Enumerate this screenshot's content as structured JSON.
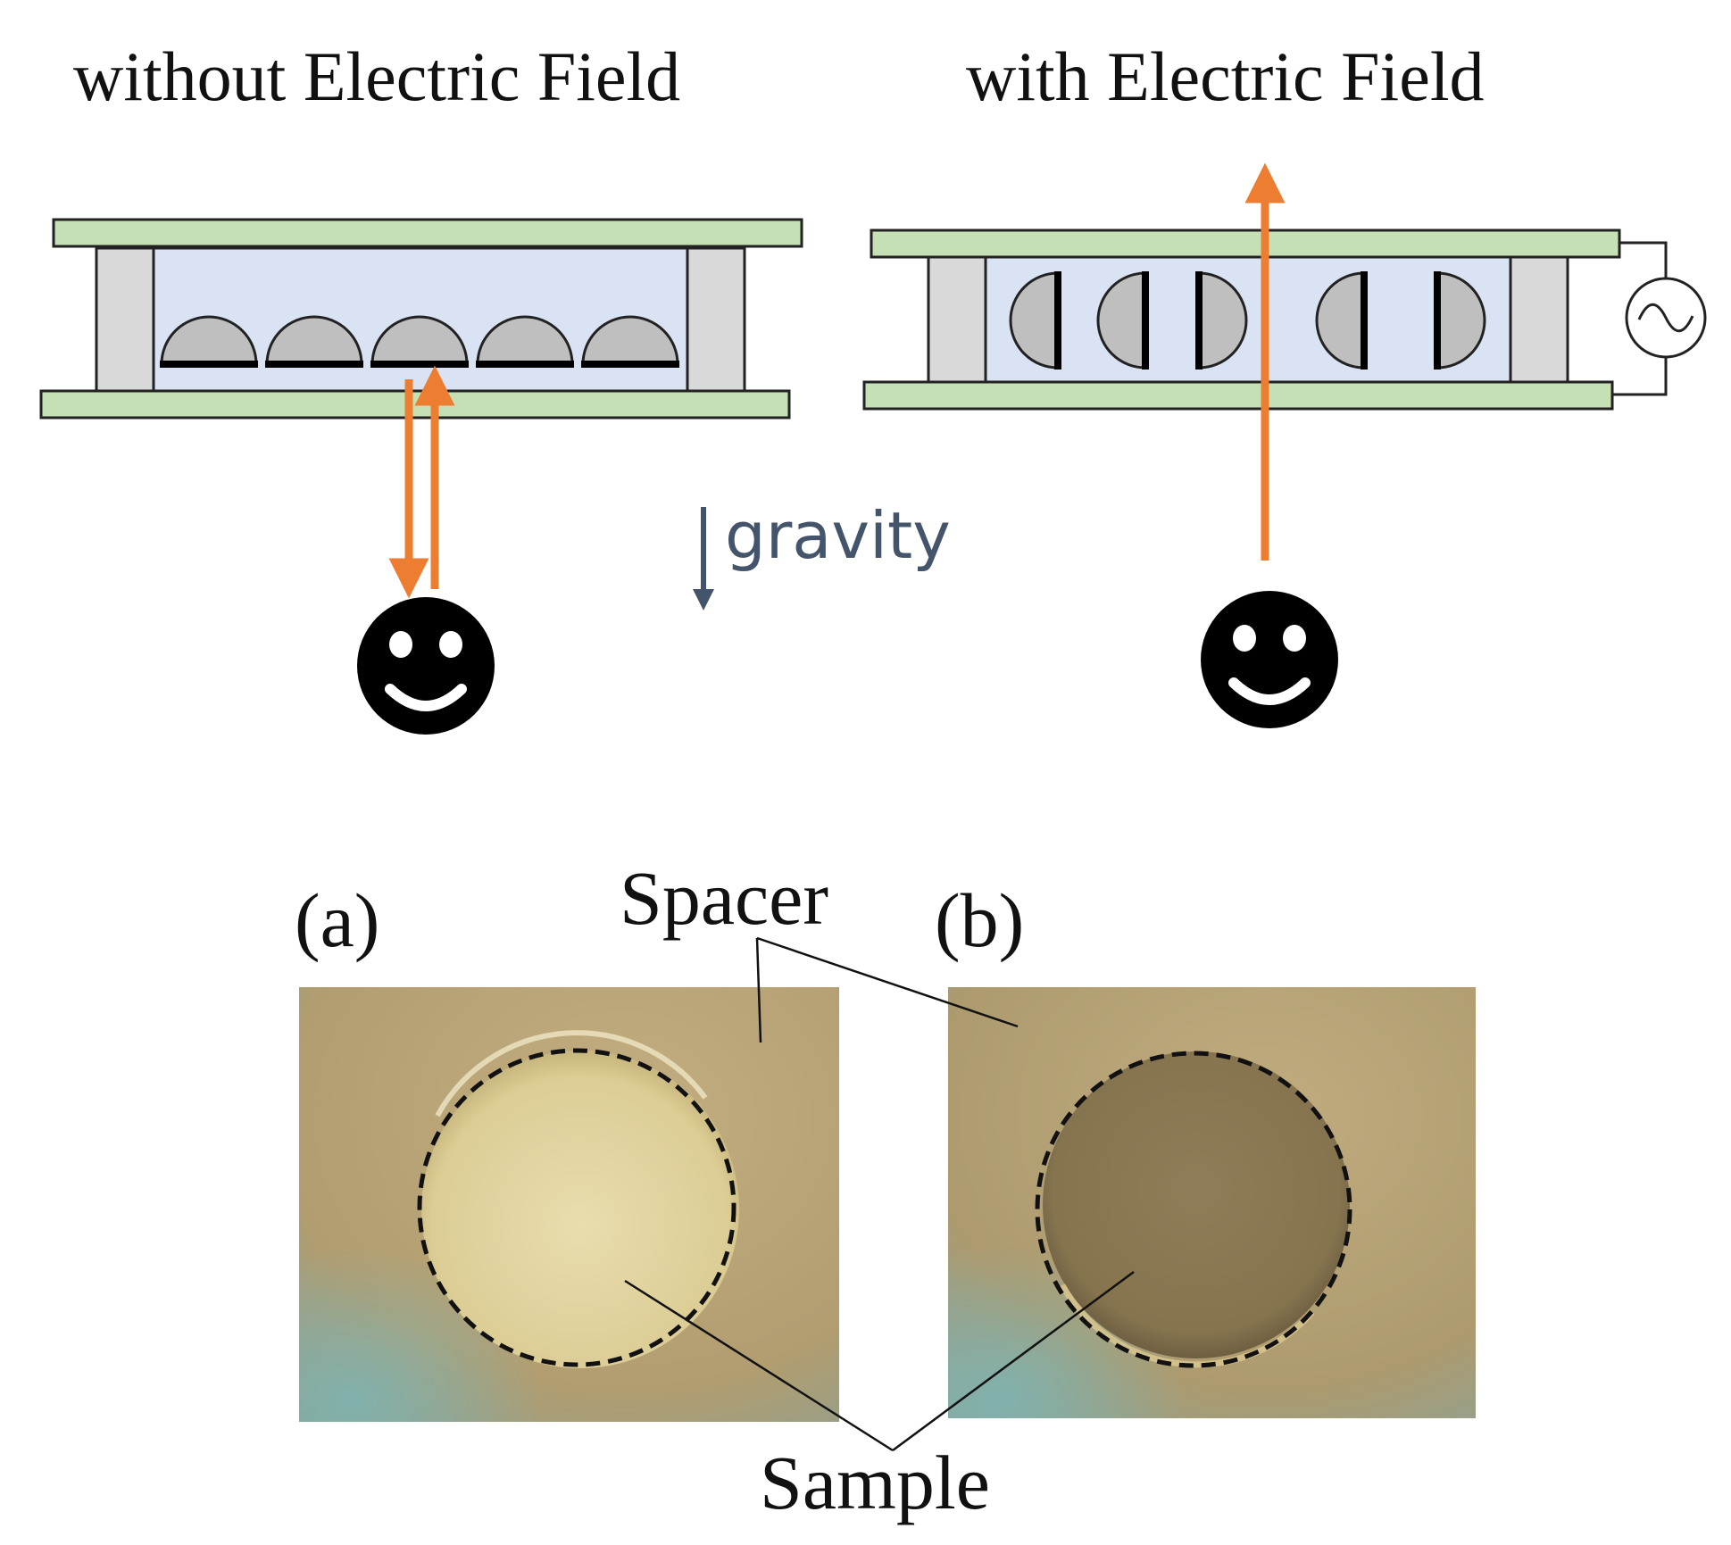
{
  "titles": {
    "left": "without Electric Field",
    "right": "with Electric Field"
  },
  "gravity_label": "gravity",
  "photo_labels": {
    "a": "(a)",
    "b": "(b)",
    "spacer": "Spacer",
    "sample": "Sample"
  },
  "colors": {
    "glass_plate": "#c5e0b4",
    "spacer": "#d9d9d9",
    "liquid": "#dae3f3",
    "particle": "#bfbfbf",
    "light_ray": "#ed7d31",
    "gravity": "#44546a",
    "photo_a_sample": "#e6d9a6",
    "photo_b_sample": "#8e7b57",
    "photo_background": "#b9a578"
  },
  "icons": {
    "observer": "smiley-face-icon",
    "ac_source": "ac-source-icon"
  }
}
